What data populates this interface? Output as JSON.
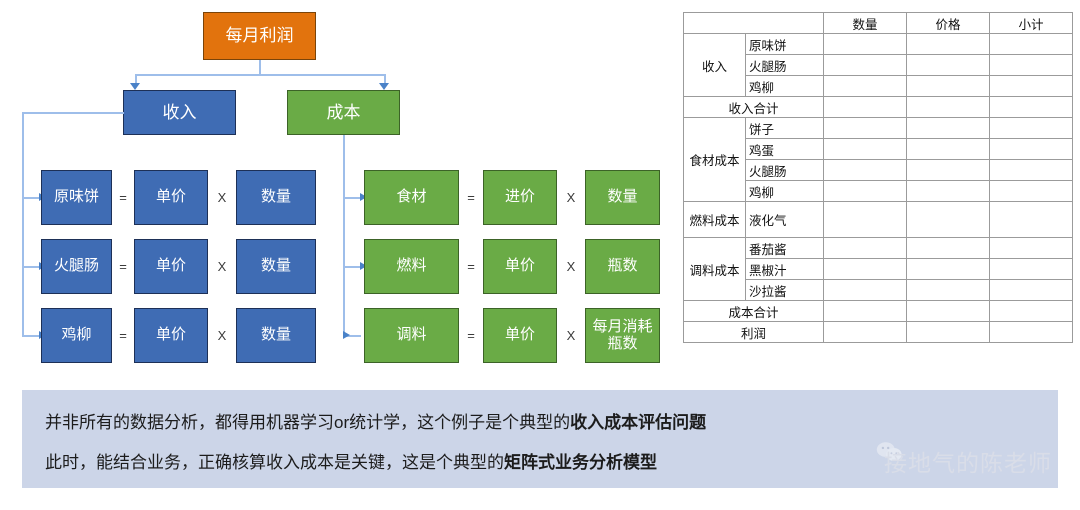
{
  "diagram": {
    "root": {
      "label": "每月利润",
      "color": "#e2730d"
    },
    "branches": [
      {
        "label": "收入",
        "color": "#3f6cb4"
      },
      {
        "label": "成本",
        "color": "#6aab46"
      }
    ],
    "revenue_rows": [
      {
        "item": "原味饼",
        "eq": "=",
        "factor1": "单价",
        "mul": "X",
        "factor2": "数量"
      },
      {
        "item": "火腿肠",
        "eq": "=",
        "factor1": "单价",
        "mul": "X",
        "factor2": "数量"
      },
      {
        "item": "鸡柳",
        "eq": "=",
        "factor1": "单价",
        "mul": "X",
        "factor2": "数量"
      }
    ],
    "cost_rows": [
      {
        "item": "食材",
        "eq": "=",
        "factor1": "进价",
        "mul": "X",
        "factor2": "数量"
      },
      {
        "item": "燃料",
        "eq": "=",
        "factor1": "单价",
        "mul": "X",
        "factor2": "瓶数"
      },
      {
        "item": "调料",
        "eq": "=",
        "factor1": "单价",
        "mul": "X",
        "factor2": "每月消耗瓶数"
      }
    ]
  },
  "table": {
    "headers": [
      "",
      "数量",
      "价格",
      "小计"
    ],
    "header_bg": "#ffff00",
    "groups": [
      {
        "name": "收入",
        "items": [
          "原味饼",
          "火腿肠",
          "鸡柳"
        ]
      },
      {
        "name": "收入合计",
        "items": []
      },
      {
        "name": "食材成本",
        "items": [
          "饼子",
          "鸡蛋",
          "火腿肠",
          "鸡柳"
        ]
      },
      {
        "name": "燃料成本",
        "items": [
          "液化气"
        ]
      },
      {
        "name": "调料成本",
        "items": [
          "番茄酱",
          "黑椒汁",
          "沙拉酱"
        ]
      },
      {
        "name": "成本合计",
        "items": []
      },
      {
        "name": "利润",
        "items": []
      }
    ]
  },
  "note": {
    "line1_a": "并非所有的数据分析，都得用机器学习or统计学，这个例子是个典型的",
    "line1_b": "收入成本评估问题",
    "line2_a": "此时，能结合业务，正确核算收入成本是关键，这是个典型的",
    "line2_b": "矩阵式业务分析模型",
    "bg": "#ccd5e8"
  },
  "watermark": {
    "text": "接地气的陈老师",
    "icon": "wechat-icon"
  }
}
